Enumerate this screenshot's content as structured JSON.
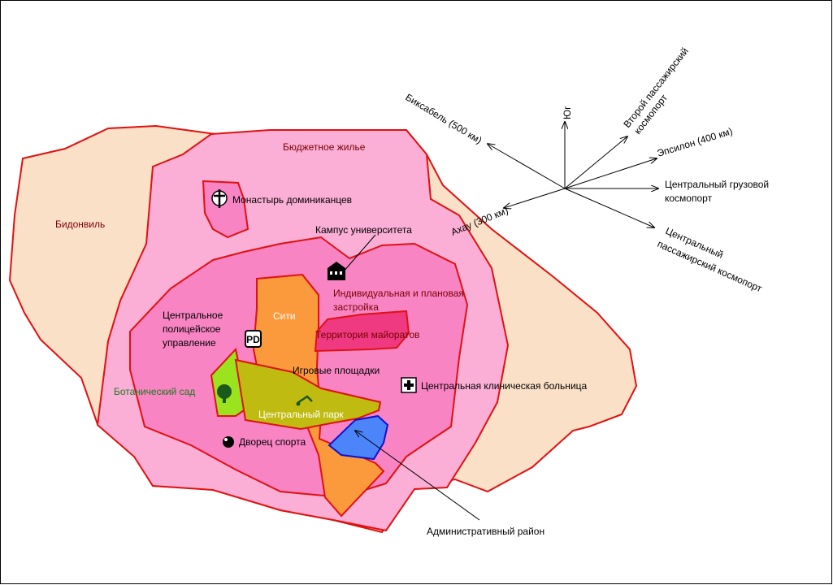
{
  "map": {
    "districts": {
      "slum": "Бидонвиль",
      "budget_housing": "Бюджетное жилье",
      "monastery": "Монастырь доминиканцев",
      "university": "Кампус университета",
      "individual_housing_line1": "Индивидуальная и плановая",
      "individual_housing_line2": "застройка",
      "city": "Сити",
      "majorat": "Территория майоратов",
      "police_line1": "Центральное",
      "police_line2": "полицейское",
      "police_line3": "управление",
      "playgrounds": "Игровые площадки",
      "hospital": "Центральная клиническая больница",
      "botanic": "Ботанический сад",
      "central_park": "Центральный парк",
      "sports_palace": "Дворец спорта",
      "admin": "Административный район"
    },
    "compass": {
      "south": "Юг",
      "bixabel": "Биксабель (500 км)",
      "second_spaceport_line1": "Второй пассажирский",
      "second_spaceport_line2": "космопорт",
      "epsilon": "Эпсилон (400 км)",
      "cargo_line1": "Центральный грузовой",
      "cargo_line2": "космопорт",
      "ahau": "Ахау (300 км)",
      "central_spaceport_line1": "Центральный",
      "central_spaceport_line2": "пассажирский космопорт"
    },
    "icons": {
      "police_badge": "PD"
    },
    "colors": {
      "outline": "#e01010",
      "slum": "#fbe0c8",
      "budget": "#fbaed6",
      "inner": "#f884c4",
      "city": "#fb9a3c",
      "majorat": "#ef3a82",
      "botanic": "#9ae31e",
      "park": "#c0bb10",
      "admin": "#4c84fa"
    }
  }
}
